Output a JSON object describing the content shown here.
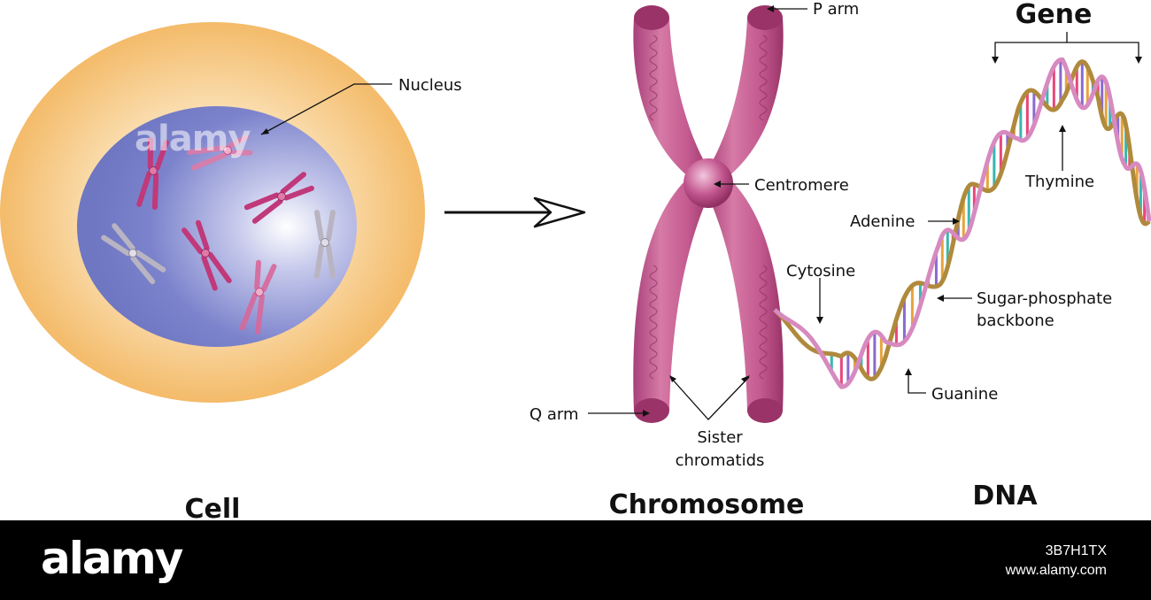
{
  "titles": {
    "cell": "Cell",
    "chromosome": "Chromosome",
    "dna": "DNA",
    "gene": "Gene"
  },
  "labels": {
    "nucleus": "Nucleus",
    "p_arm": "P arm",
    "q_arm": "Q arm",
    "centromere": "Centromere",
    "sister_line1": "Sister",
    "sister_line2": "chromatids",
    "cytosine": "Cytosine",
    "adenine": "Adenine",
    "thymine": "Thymine",
    "guanine": "Guanine",
    "backbone_line1": "Sugar-phosphate",
    "backbone_line2": "backbone"
  },
  "watermark": {
    "overlay": "alamy",
    "logo": "alamy",
    "image_id": "3B7H1TX",
    "site": "www.alamy.com"
  },
  "colors": {
    "cytoplasm": "#f4b860",
    "nucleus": "#7a82cc",
    "chromosome": "#c0508a",
    "chromosome_dark": "#9c3468",
    "backbone_gold": "#b08a3c",
    "backbone_pink": "#d78ac0",
    "base_pairs": [
      "#3ab6b0",
      "#e8467a",
      "#8a6ad0",
      "#e8a33c"
    ]
  }
}
